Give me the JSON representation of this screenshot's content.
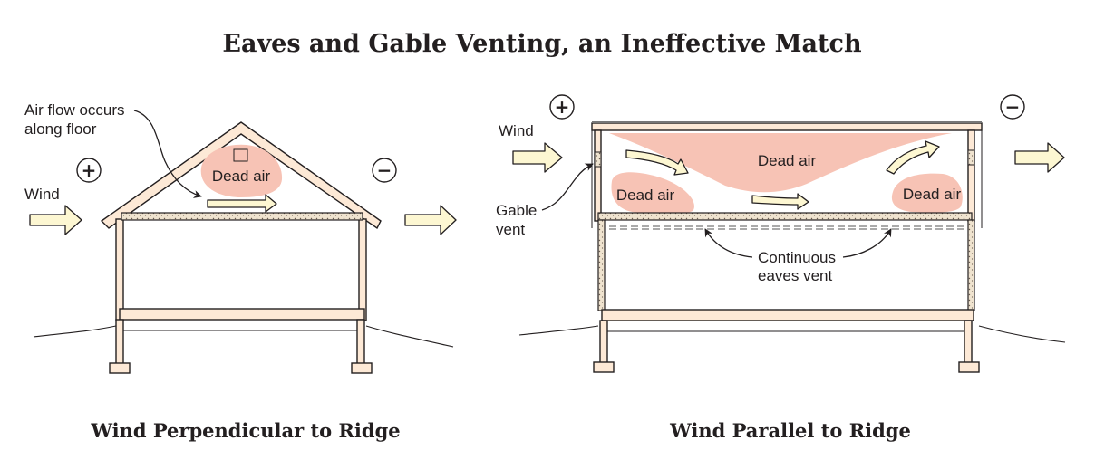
{
  "figure": {
    "title": "Eaves and Gable Venting, an Ineffective Match",
    "colors": {
      "wood_framing": "#fde9d6",
      "dead_air": "#f7c3b5",
      "wind_arrow": "#fdf7d2",
      "ink": "#231f20"
    }
  },
  "left_panel": {
    "caption": "Wind Perpendicular to Ridge",
    "wind_label": "Wind",
    "positive_pressure": "+",
    "negative_pressure": "−",
    "dead_air_label": "Dead air",
    "callout_line1": "Air flow occurs",
    "callout_line2": "along floor"
  },
  "right_panel": {
    "caption": "Wind Parallel to Ridge",
    "wind_label": "Wind",
    "positive_pressure": "+",
    "negative_pressure": "−",
    "dead_air_labels": [
      "Dead air",
      "Dead air",
      "Dead air"
    ],
    "gable_vent_line1": "Gable",
    "gable_vent_line2": "vent",
    "eaves_vent_line1": "Continuous",
    "eaves_vent_line2": "eaves vent"
  }
}
